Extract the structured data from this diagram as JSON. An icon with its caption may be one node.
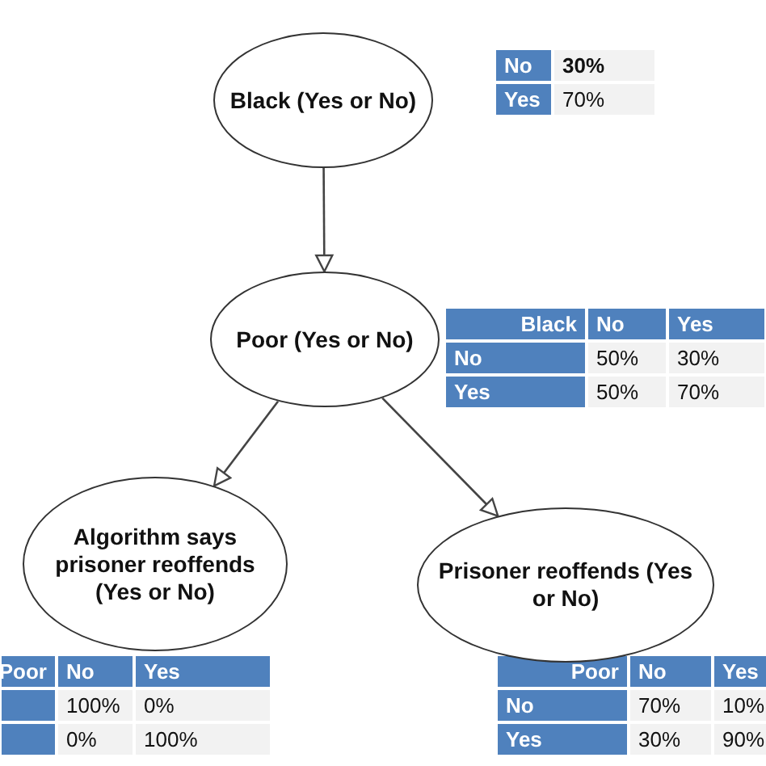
{
  "diagram": {
    "nodes": [
      {
        "text": [
          "Black (Yes or No)"
        ]
      },
      {
        "text": [
          "Poor (Yes or No)"
        ]
      },
      {
        "text": [
          "Algorithm says prisoner reoffends (Yes or No)"
        ]
      },
      {
        "text": [
          "Prisoner reoffends (Yes or No)"
        ]
      }
    ],
    "edges": [
      {
        "from": 0,
        "to": 1,
        "arrow": "to"
      },
      {
        "from": 1,
        "to": 2,
        "arrow": "to"
      },
      {
        "from": 1,
        "to": 3,
        "arrow": "to"
      }
    ],
    "labels": [
      "No",
      "30%",
      "Yes",
      "70%",
      "Black",
      "No",
      "Yes",
      "No",
      "50%",
      "30%",
      "Yes",
      "50%",
      "70%",
      "Poor",
      "No",
      "Yes",
      "100%",
      "0%",
      "0%",
      "100%",
      "Poor",
      "No",
      "Yes",
      "No",
      "70%",
      "10%",
      "Yes",
      "30%",
      "90%"
    ]
  }
}
